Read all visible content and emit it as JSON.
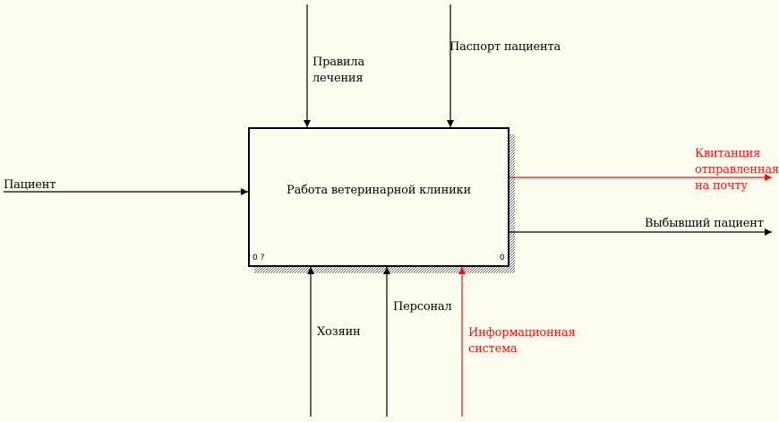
{
  "activity": {
    "title": "Работа ветеринарной клиники",
    "node_number": "0 ?",
    "cost": "0"
  },
  "controls": [
    {
      "label": "Правила\nлечения"
    },
    {
      "label": "Паспорт пациента"
    }
  ],
  "inputs": [
    {
      "label": "Пациент"
    }
  ],
  "outputs": [
    {
      "label": "Квитанция\nотправленная\nна почту"
    },
    {
      "label": "Выбывший пациент"
    }
  ],
  "mechanisms": [
    {
      "label": "Хозяин"
    },
    {
      "label": "Персонал"
    },
    {
      "label": "Информационная\nсистема"
    }
  ],
  "colors": {
    "background": "#fdfdef",
    "line": "#000000",
    "highlight": "#ee1111",
    "shadow_hatch": "#555555"
  }
}
